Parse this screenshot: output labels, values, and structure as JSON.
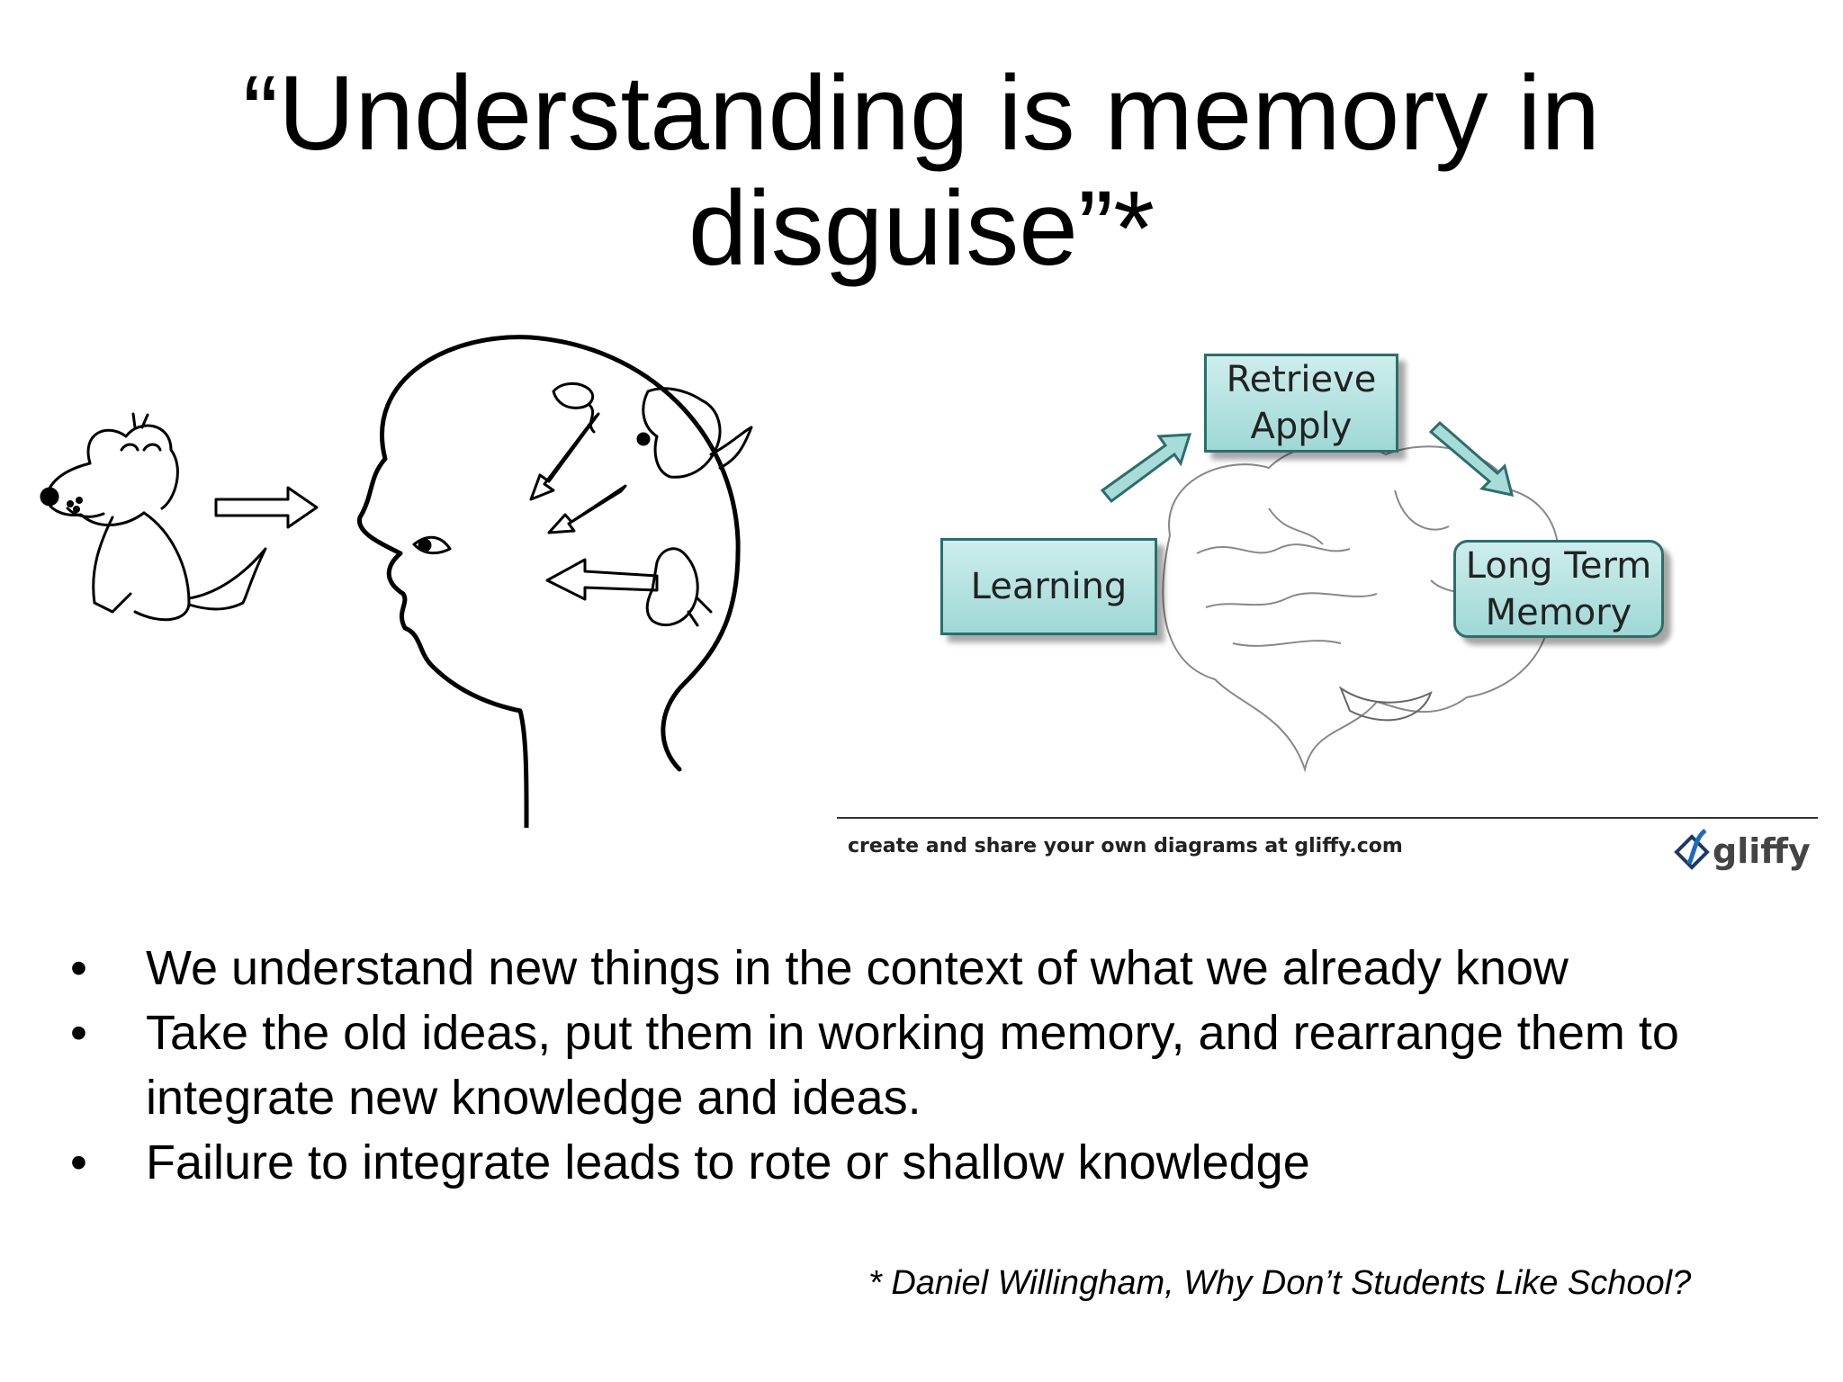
{
  "slide": {
    "title_line1": "“Understanding is memory in",
    "title_line2": "disguise”*"
  },
  "diagram": {
    "boxes": {
      "learning": "Learning",
      "retrieve": "Retrieve",
      "apply": "Apply",
      "long_term": "Long Term",
      "memory": "Memory"
    },
    "credit": "create and share your own diagrams at gliffy.com",
    "logo_text": "gliffy",
    "box_color": "#a8dcd9"
  },
  "bullets": [
    {
      "marker": "•",
      "text": "We understand new things in the context of what we already know"
    },
    {
      "marker": "•",
      "text": "Take the old ideas, put them in working memory, and rearrange them to integrate new knowledge and ideas."
    },
    {
      "marker": "•",
      "text": "Failure to integrate leads to rote or shallow knowledge"
    }
  ],
  "citation": "* Daniel Willingham, Why Don’t Students Like School?"
}
